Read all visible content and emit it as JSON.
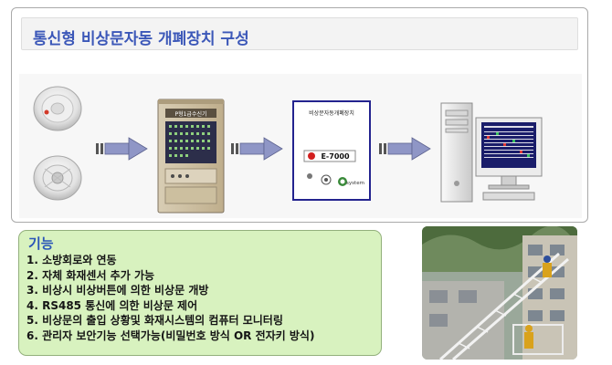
{
  "title": "통신형 비상문자동 개폐장치 구성",
  "devices": {
    "panel_label": "P형1급수신기",
    "controller_label": "비상문자동개폐장치",
    "controller_display": "E-7000",
    "controller_brand": "system"
  },
  "functions": {
    "heading": "기능",
    "items": [
      "1. 소방회로와 연동",
      "2. 자체 화재센서 추가 가능",
      "3. 비상시 비상버튼에 의한 비상문 개방",
      "4. RS485 통신에 의한 비상문 제어",
      "5. 비상문의 출입 상황및 화재시스템의 컴퓨터 모니터링",
      "6. 관리자 보안기능 선택가능(비밀번호 방식 OR 전자키 방식)"
    ]
  },
  "colors": {
    "title": "#3b57b8",
    "function_box": "#d8f2bf",
    "arrow": "#8f96c6"
  }
}
